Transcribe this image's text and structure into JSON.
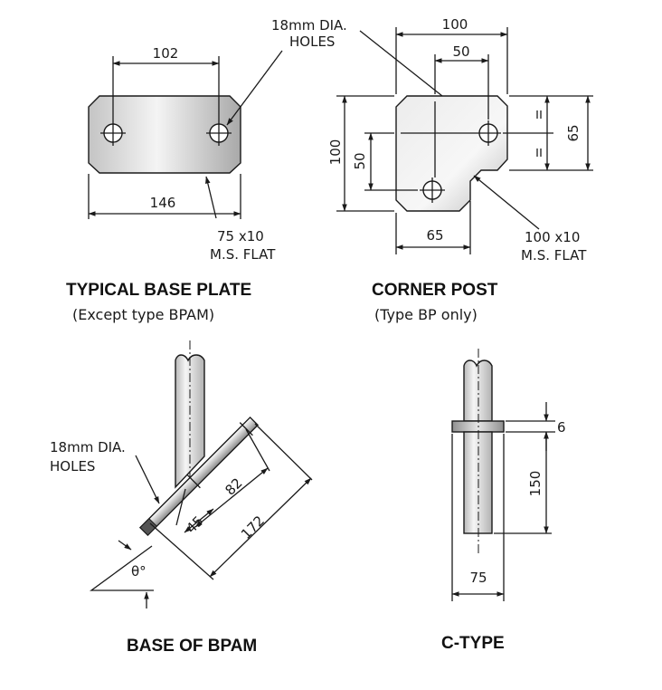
{
  "base_plate": {
    "holes_label_line1": "18mm DIA.",
    "holes_label_line2": "HOLES",
    "dim_hole_spacing": "102",
    "dim_length": "146",
    "material_line1": "75 x10",
    "material_line2": "M.S. FLAT",
    "caption": "TYPICAL BASE PLATE",
    "subcaption": "(Except type BPAM)"
  },
  "corner_post": {
    "dim_top_width": "100",
    "dim_top_inner": "50",
    "dim_left_height": "100",
    "dim_left_inner": "50",
    "dim_right_height": "65",
    "dim_bottom": "65",
    "material_line1": "100 x10",
    "material_line2": "M.S. FLAT",
    "caption": "CORNER POST",
    "subcaption": "(Type BP only)"
  },
  "bpam": {
    "holes_label_line1": "18mm DIA.",
    "holes_label_line2": "HOLES",
    "dim_hole_spacing": "82",
    "dim_offset": "45",
    "dim_length": "172",
    "angle_label": "θ°",
    "caption": "BASE OF BPAM"
  },
  "c_type": {
    "dim_flange_thickness": "6",
    "dim_height": "150",
    "dim_width": "75",
    "caption": "C-TYPE"
  },
  "colors": {
    "plate_fill_light": "#f2f2f2",
    "plate_fill_dark": "#9a9a9a",
    "line": "#1a1a1a"
  }
}
